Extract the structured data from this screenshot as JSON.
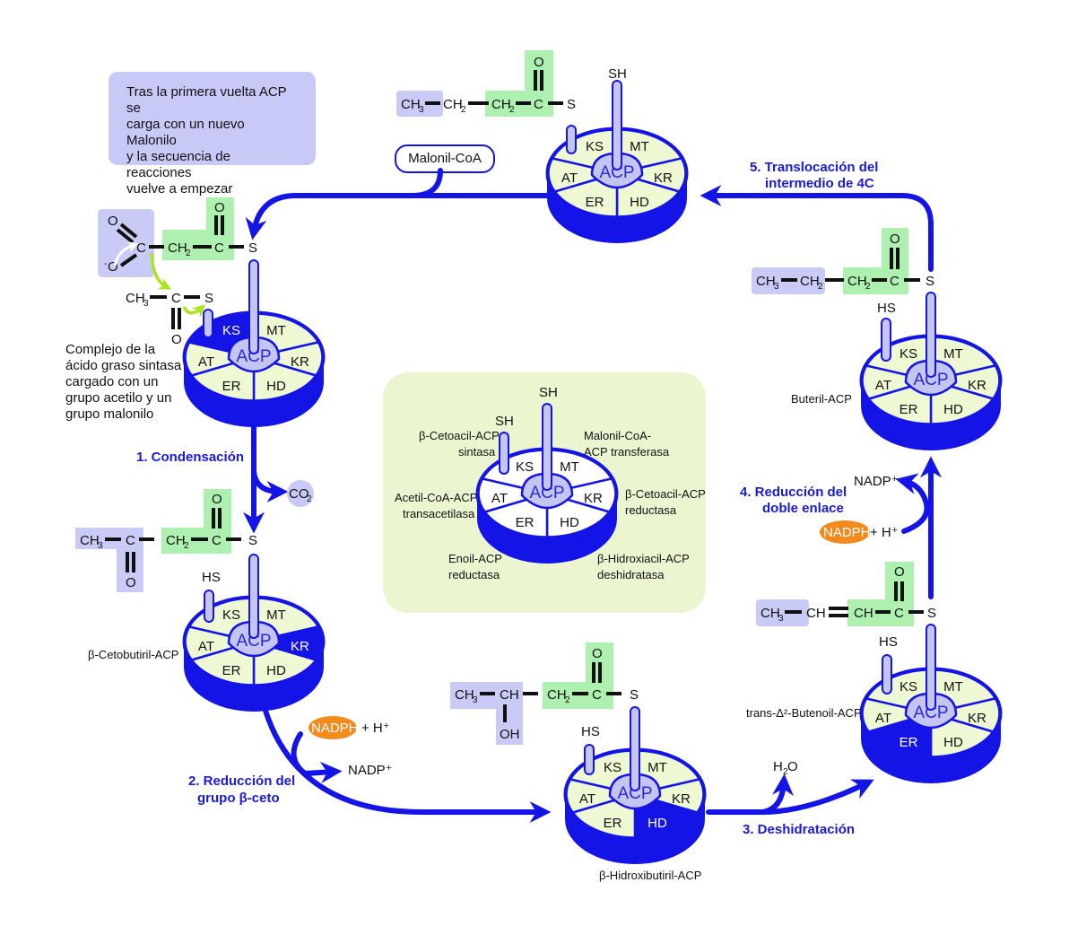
{
  "colors": {
    "flow_blue": "#1414e6",
    "wheel_fill": "#eef8d2",
    "acp_fill": "#c5c5f3",
    "purple_box": "#cacaf6",
    "green_box": "#aef0b0",
    "nadph_orange": "#f28a1d",
    "legend_bg": "#ebf5cf",
    "reaction_arrow_green": "#a8e61e"
  },
  "note": {
    "lines": [
      "Tras la primera vuelta ACP se",
      "carga con un nuevo Malonilo",
      "y la secuencia de reacciones",
      "vuelve a empezar"
    ]
  },
  "malonyl_coa_label": "Malonil-CoA",
  "wheel_segments": {
    "ks": "KS",
    "mt": "MT",
    "at": "AT",
    "kr": "KR",
    "er": "ER",
    "hd": "HD",
    "acp": "ACP"
  },
  "steps": {
    "s1": "1. Condensación",
    "s2": [
      "2. Reducción del",
      "grupo β-ceto"
    ],
    "s3": "3. Deshidratación",
    "s4": [
      "4. Reducción del",
      "doble enlace"
    ],
    "s5": [
      "5. Translocación del",
      "intermedio de 4C"
    ]
  },
  "intermediates": {
    "loaded": [
      "Complejo de la",
      "ácido graso sintasa",
      "cargado con un",
      "grupo acetilo y un",
      "grupo malonilo"
    ],
    "ketobutyryl": "β-Cetobutiril-ACP",
    "hydroxybutyryl": "β-Hidroxibutiril-ACP",
    "butenoyl": "trans-Δ²-Butenoil-ACP",
    "butyryl": "Buteril-ACP"
  },
  "cofactors": {
    "nadph": "NADPH",
    "h_plus": "+ H⁺",
    "nadp_plus": "NADP⁺",
    "co2": "CO",
    "co2_sub": "2",
    "h2o_h": "H",
    "h2o_sub": "2",
    "h2o_o": "O"
  },
  "chem": {
    "CH3": "CH",
    "CH2": "CH",
    "CH": "CH",
    "C": "C",
    "O": "O",
    "S": "S",
    "SH": "SH",
    "HS": "HS",
    "OH": "OH",
    "O_minus": "O",
    "minus": "-",
    "sub3": "3",
    "sub2": "2"
  },
  "legend": {
    "ks": [
      "β-Cetoacil-ACP",
      "sintasa"
    ],
    "mt": [
      "Malonil-CoA-",
      "ACP transferasa"
    ],
    "at": [
      "Acetil-CoA-ACP",
      "transacetilasa"
    ],
    "kr": [
      "β-Cetoacil-ACP",
      "reductasa"
    ],
    "er": [
      "Enoil-ACP",
      "reductasa"
    ],
    "hd": [
      "β-Hidroxiacil-ACP",
      "deshidratasa"
    ],
    "sh_long": "SH",
    "sh_short": "SH"
  }
}
